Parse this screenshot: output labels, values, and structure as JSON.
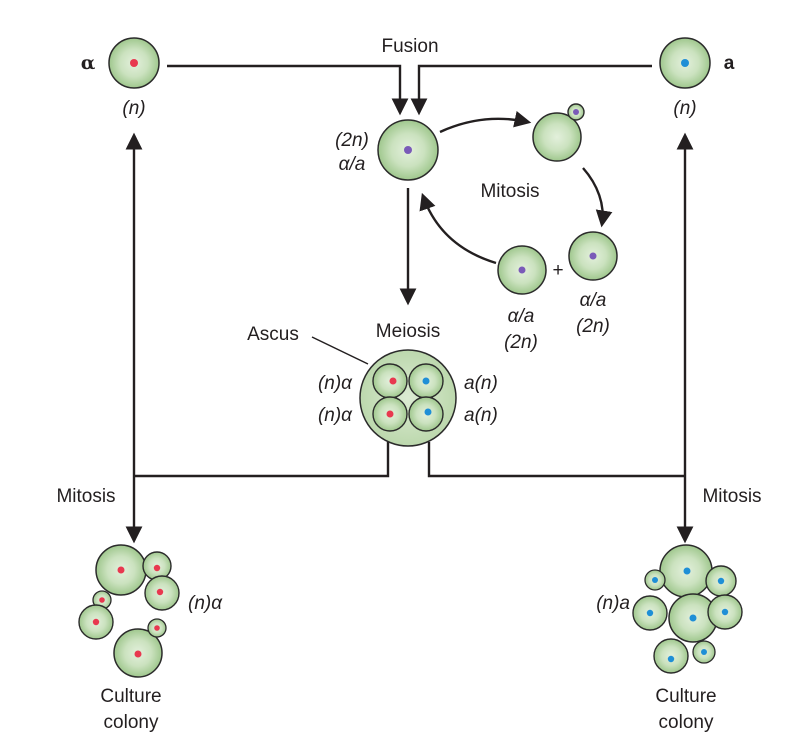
{
  "colors": {
    "cell_fill": "#b5d6a6",
    "cell_center": "#e3f0dc",
    "cell_stroke": "#2b2b2b",
    "ascus_fill": "#cfe3c4",
    "nucleus_alpha": "#e8384f",
    "nucleus_a": "#1f8fd6",
    "nucleus_diploid": "#7a5ab8",
    "line": "#231f20"
  },
  "labels": {
    "fusion": "Fusion",
    "mitosis_cycle": "Mitosis",
    "meiosis": "Meiosis",
    "ascus": "Ascus",
    "mitosis_left": "Mitosis",
    "mitosis_right": "Mitosis",
    "alpha_parent": "α",
    "a_parent": "a",
    "n_left": "(n)",
    "n_right": "(n)",
    "diploid_ploidy": "(2n)",
    "diploid_type": "α/a",
    "plus": "+",
    "bud_daughter_type": "α/a",
    "bud_daughter_ploidy": "(2n)",
    "bud_mother_type": "α/a",
    "bud_mother_ploidy": "(2n)",
    "spore_tl": "(n)α",
    "spore_bl": "(n)α",
    "spore_tr": "a(n)",
    "spore_br": "a(n)",
    "colony_left_type": "(n)α",
    "colony_right_type": "(n)a",
    "culture_left_1": "Culture",
    "culture_left_2": "colony",
    "culture_right_1": "Culture",
    "culture_right_2": "colony"
  },
  "icons": [
    "yeast-cell-icon",
    "ascus-icon",
    "arrow-icon"
  ]
}
